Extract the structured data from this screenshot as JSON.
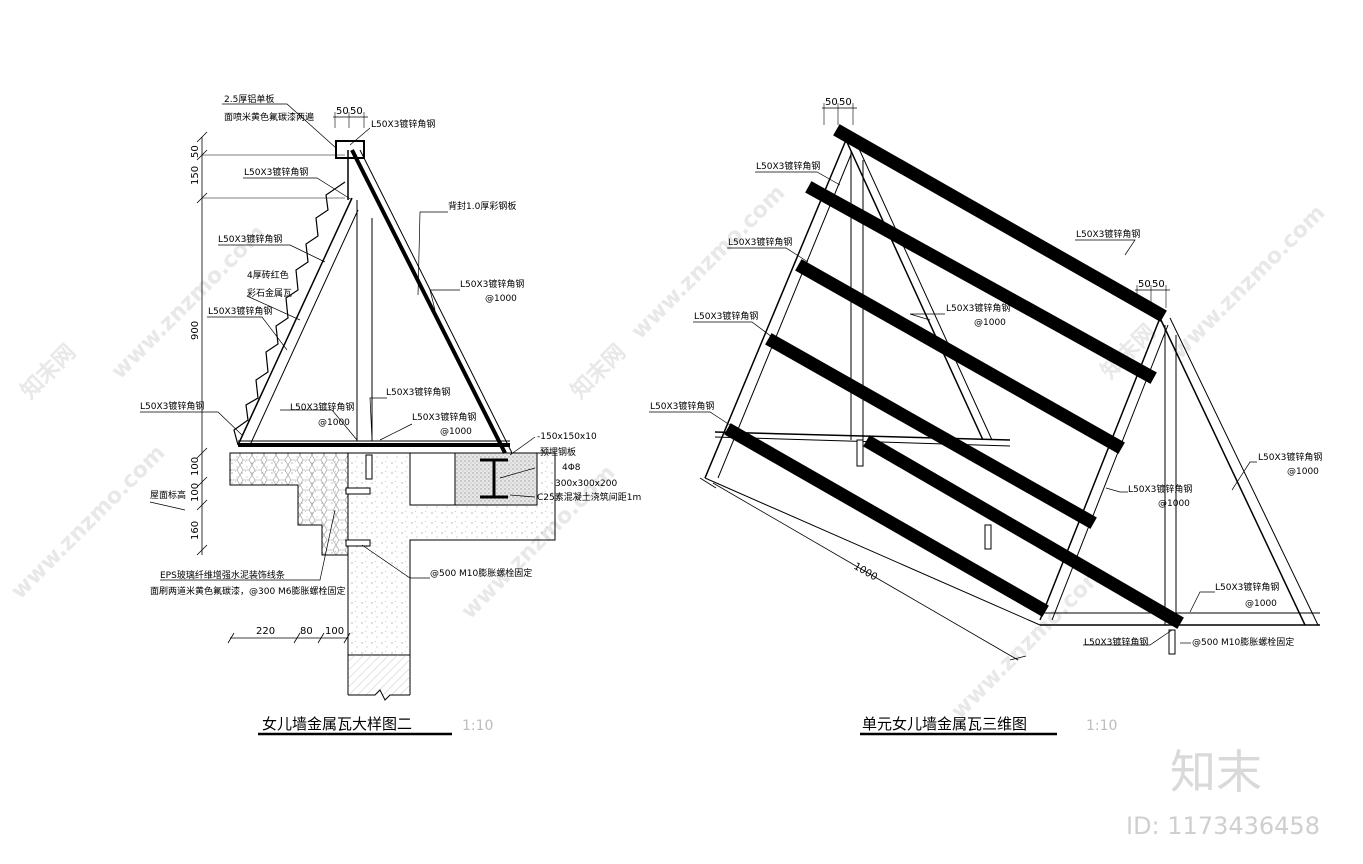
{
  "left_detail": {
    "title": "女儿墙金属瓦大样图二",
    "scale": "1:10",
    "labels": {
      "aluminum_plate": "2.5厚铝单板",
      "aluminum_plate_note": "面喷米黄色氟碳漆两遍",
      "angle_top": "L50X3镀锌角钢",
      "angle_2": "L50X3镀锌角钢",
      "angle_3": "L50X3镀锌角钢",
      "tile": "4厚砖红色",
      "tile_2": "彩石金属瓦",
      "angle_4": "L50X3镀锌角钢",
      "angle_eave": "L50X3镀锌角钢",
      "angle_inner": "L50X3镀锌角钢",
      "angle_inner_spacing": "@1000",
      "angle_post": "L50X3镀锌角钢",
      "angle_base": "L50X3镀锌角钢",
      "angle_base_spacing": "@1000",
      "back_seal": "背封1.0厚彩钢板",
      "angle_back": "L50X3镀锌角钢",
      "angle_back_spacing": "@1000",
      "plate": "-150x150x10",
      "embed_plate": "预埋钢板",
      "rebar": "4Φ8",
      "pier": "300x300x200",
      "concrete": "C25素混凝土浇筑间距1m",
      "roof_level": "屋面标高",
      "eps": "EPS玻璃纤维增强水泥装饰线条",
      "eps_note": "面刷两道米黄色氟碳漆，@300 M6膨胀螺栓固定",
      "bolt": "@500 M10膨胀螺栓固定"
    },
    "dimensions": {
      "top_a": "50",
      "top_b": "50",
      "v1": "50",
      "v2": "150",
      "v3": "900",
      "v4": "100",
      "v5": "100",
      "v6": "160",
      "h1": "220",
      "h2": "80",
      "h3": "100"
    }
  },
  "right_detail": {
    "title": "单元女儿墙金属瓦三维图",
    "scale": "1:10",
    "labels": {
      "angle_1": "L50X3镀锌角钢",
      "angle_2": "L50X3镀锌角钢",
      "angle_3": "L50X3镀锌角钢",
      "angle_4": "L50X3镀锌角钢",
      "angle_5": "L50X3镀锌角钢",
      "angle_6": "L50X3镀锌角钢",
      "angle_6_spacing": "@1000",
      "angle_7": "L50X3镀锌角钢",
      "angle_7_spacing": "@1000",
      "angle_8": "L50X3镀锌角钢",
      "angle_8_spacing": "@1000",
      "angle_9": "L50X3镀锌角钢",
      "angle_9_spacing": "@1000",
      "angle_10": "L50X3镀锌角钢",
      "bolt": "@500 M10膨胀螺栓固定"
    },
    "dimensions": {
      "top_a": "50",
      "top_b": "50",
      "mid_a": "50",
      "mid_b": "50",
      "length": "1000"
    }
  },
  "watermark": {
    "site": "www.znzmo.com",
    "site_cn": "知末网",
    "logo": "知末",
    "id": "ID: 1173436458"
  }
}
